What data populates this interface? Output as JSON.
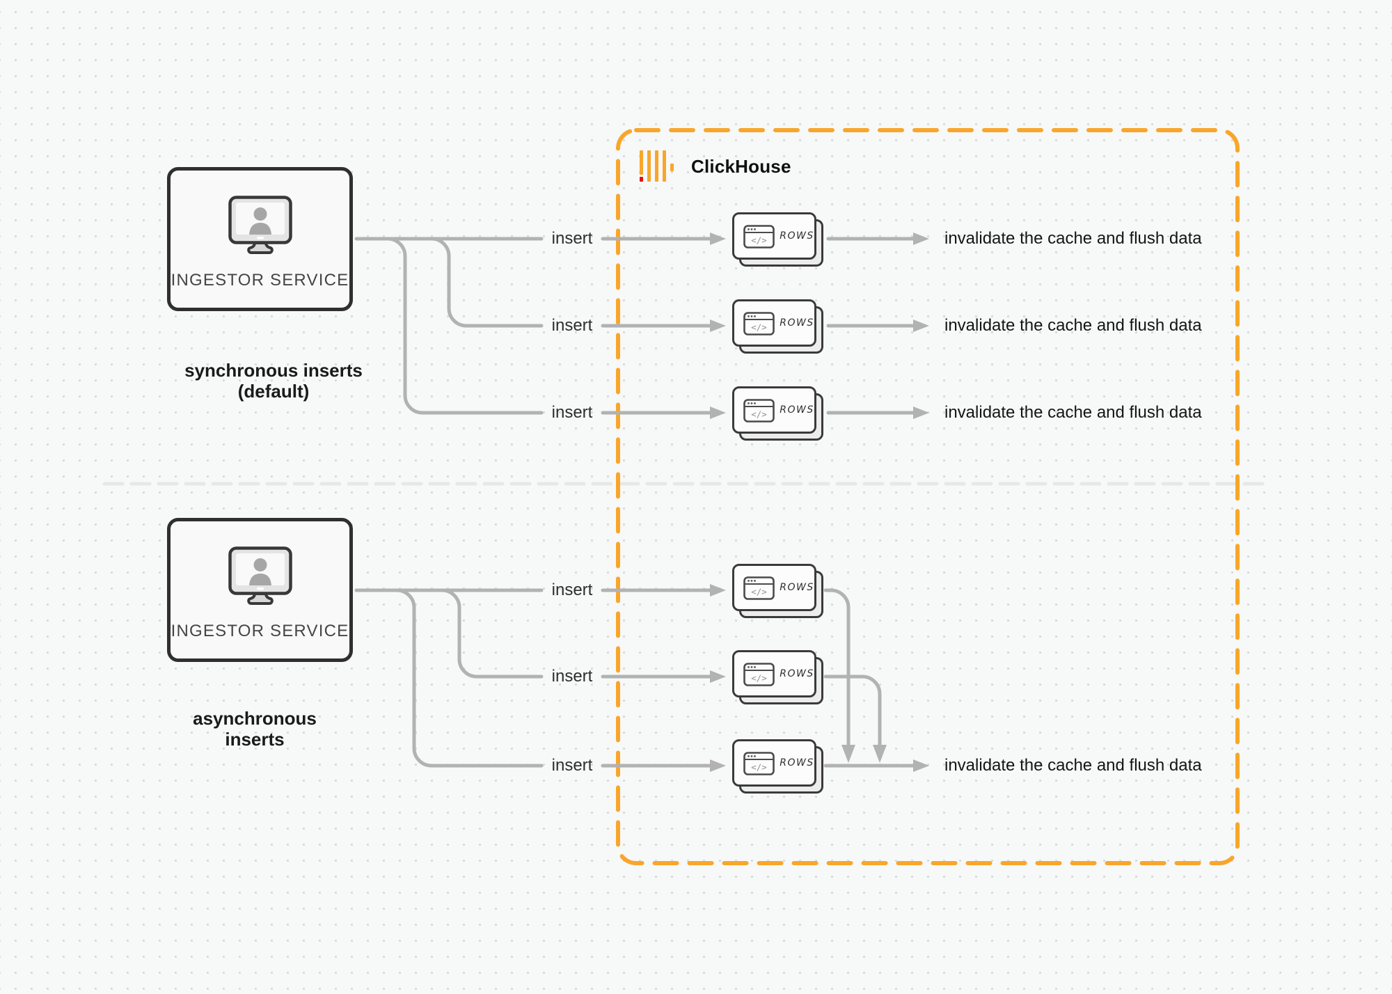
{
  "clickhouse": {
    "label": "ClickHouse"
  },
  "sections": {
    "sync": {
      "service_label": "INGESTOR SERVICE",
      "caption": "synchronous inserts (default)",
      "rows": [
        {
          "insert": "insert",
          "table": "ROWS",
          "result": "invalidate the cache and flush data"
        },
        {
          "insert": "insert",
          "table": "ROWS",
          "result": "invalidate the cache and flush data"
        },
        {
          "insert": "insert",
          "table": "ROWS",
          "result": "invalidate the cache and flush data"
        }
      ]
    },
    "async": {
      "service_label": "INGESTOR SERVICE",
      "caption": "asynchronous inserts",
      "rows": [
        {
          "insert": "insert",
          "table": "ROWS"
        },
        {
          "insert": "insert",
          "table": "ROWS"
        },
        {
          "insert": "insert",
          "table": "ROWS",
          "result": "invalidate the cache and flush data"
        }
      ]
    }
  },
  "icons": {
    "code_window_glyph": "</>"
  },
  "colors": {
    "accent_orange": "#F8A62B",
    "logo_red": "#E3130F",
    "connector_gray": "#B2B2B2",
    "border_dark": "#2F2F2F",
    "divider_gray": "#E6E7E7"
  }
}
